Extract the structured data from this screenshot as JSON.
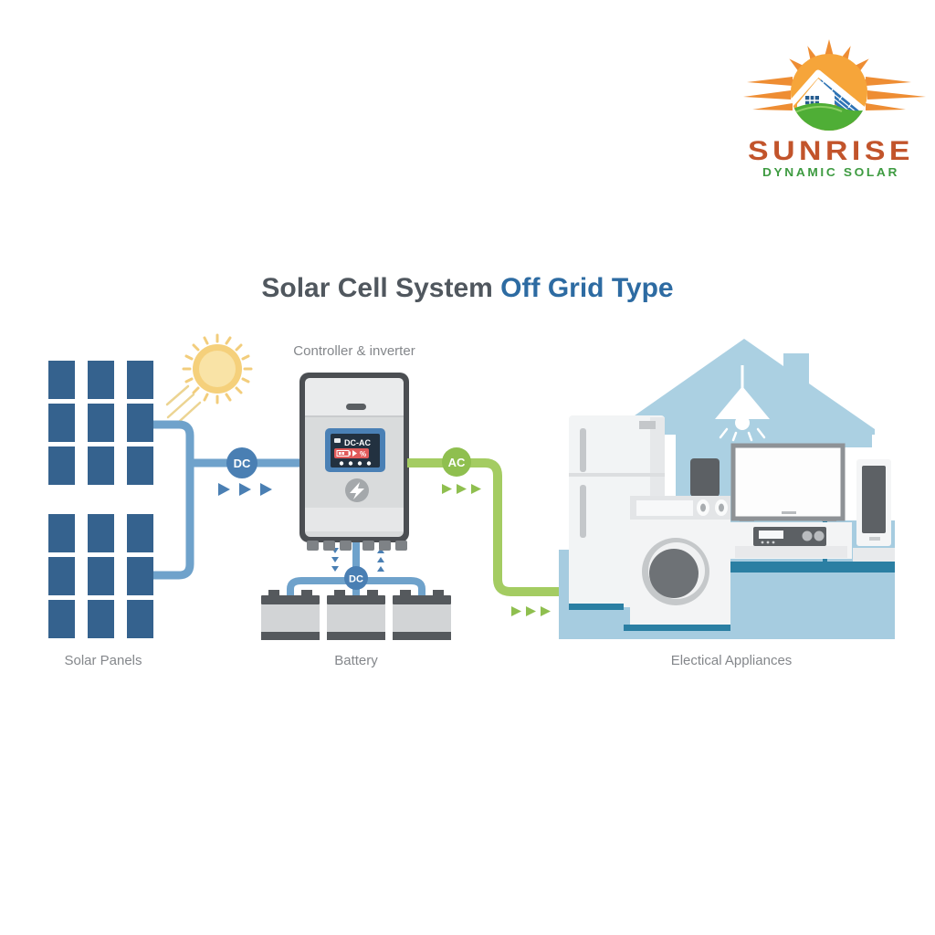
{
  "brand": {
    "name": "SUNRISE",
    "tagline": "DYNAMIC SOLAR"
  },
  "title": {
    "main": "Solar Cell System",
    "highlight": "Off Grid Type"
  },
  "labels": {
    "controller": "Controller & inverter",
    "solar_panels": "Solar Panels",
    "battery": "Battery",
    "appliances": "Electical Appliances"
  },
  "badges": {
    "dc_main": "DC",
    "dc_battery": "DC",
    "ac": "AC"
  },
  "display": {
    "mode": "DC-AC",
    "percent": "%"
  },
  "flow": {
    "nodes": [
      "Solar Panels",
      "Controller & inverter",
      "Battery",
      "Electical Appliances"
    ],
    "links": [
      {
        "from": "Solar Panels",
        "to": "Controller & inverter",
        "type": "DC"
      },
      {
        "from": "Controller & inverter",
        "to": "Battery",
        "type": "DC"
      },
      {
        "from": "Controller & inverter",
        "to": "Electical Appliances",
        "type": "AC"
      }
    ]
  },
  "colors": {
    "wire_blue": "#6fa2cb",
    "badge_blue": "#4a7fb3",
    "wire_green": "#a4cc62",
    "badge_green": "#8fbf4f",
    "panel_blue": "#35628e",
    "house_blue": "#abd0e2",
    "platform_blue": "#a6cce0",
    "platform_teal": "#2b7fa3",
    "title_blue": "#2d6ba2",
    "alert_red": "#e15a5a",
    "logo_orange": "#ee8d33",
    "logo_green": "#3e9b41"
  }
}
